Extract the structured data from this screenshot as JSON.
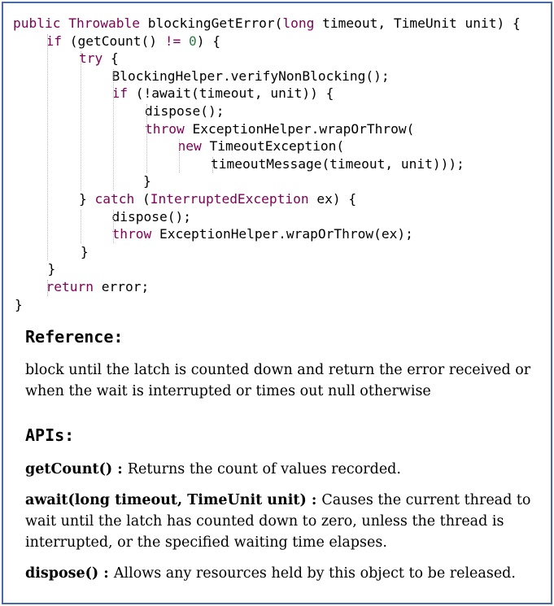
{
  "code_lines": [
    {
      "indent": 0,
      "tokens": [
        {
          "t": "public ",
          "c": "kw"
        },
        {
          "t": "Throwable",
          "c": "ty"
        },
        {
          "t": " blockingGetError(",
          "c": ""
        },
        {
          "t": "long",
          "c": "kw"
        },
        {
          "t": " timeout, TimeUnit unit) {",
          "c": ""
        }
      ]
    },
    {
      "indent": 1,
      "tokens": [
        {
          "t": "if",
          "c": "kw"
        },
        {
          "t": " (getCount() ",
          "c": ""
        },
        {
          "t": "!=",
          "c": "kw"
        },
        {
          "t": " ",
          "c": ""
        },
        {
          "t": "0",
          "c": "nm"
        },
        {
          "t": ") {",
          "c": ""
        }
      ]
    },
    {
      "indent": 2,
      "tokens": [
        {
          "t": "try",
          "c": "kw"
        },
        {
          "t": " {",
          "c": ""
        }
      ]
    },
    {
      "indent": 3,
      "tokens": [
        {
          "t": "BlockingHelper.verifyNonBlocking();",
          "c": ""
        }
      ]
    },
    {
      "indent": 3,
      "tokens": [
        {
          "t": "if",
          "c": "kw"
        },
        {
          "t": " (!await(timeout, unit)) {",
          "c": ""
        }
      ]
    },
    {
      "indent": 4,
      "tokens": [
        {
          "t": "dispose();",
          "c": ""
        }
      ]
    },
    {
      "indent": 4,
      "tokens": [
        {
          "t": "throw",
          "c": "kw"
        },
        {
          "t": " ExceptionHelper.wrapOrThrow(",
          "c": ""
        }
      ]
    },
    {
      "indent": 5,
      "tokens": [
        {
          "t": "new",
          "c": "kw"
        },
        {
          "t": " TimeoutException(",
          "c": ""
        }
      ]
    },
    {
      "indent": 6,
      "tokens": [
        {
          "t": "timeoutMessage(timeout, unit)));",
          "c": ""
        }
      ]
    },
    {
      "indent": 4,
      "tokens": [
        {
          "t": "}",
          "c": ""
        }
      ],
      "offset": -1
    },
    {
      "indent": 2,
      "tokens": [
        {
          "t": "} ",
          "c": ""
        },
        {
          "t": "catch",
          "c": "kw"
        },
        {
          "t": " (",
          "c": ""
        },
        {
          "t": "InterruptedException",
          "c": "ty"
        },
        {
          "t": " ex) {",
          "c": ""
        }
      ]
    },
    {
      "indent": 3,
      "tokens": [
        {
          "t": "dispose();",
          "c": ""
        }
      ]
    },
    {
      "indent": 3,
      "tokens": [
        {
          "t": "throw",
          "c": "kw"
        },
        {
          "t": " ExceptionHelper.wrapOrThrow(ex);",
          "c": ""
        }
      ]
    },
    {
      "indent": 2,
      "tokens": [
        {
          "t": "}",
          "c": ""
        }
      ],
      "offset": 1
    },
    {
      "indent": 1,
      "tokens": [
        {
          "t": "}",
          "c": ""
        }
      ],
      "offset": 1
    },
    {
      "indent": 1,
      "tokens": [
        {
          "t": "return",
          "c": "kw"
        },
        {
          "t": " error;",
          "c": ""
        }
      ]
    },
    {
      "indent": 0,
      "tokens": [
        {
          "t": "}",
          "c": ""
        }
      ],
      "offset": 1
    }
  ],
  "reference": {
    "heading": "Reference:",
    "text": "block until the latch is counted down and return the error received or when the wait is interrupted or times out null otherwise"
  },
  "apis": {
    "heading": "APIs:",
    "items": [
      {
        "name": "getCount()",
        "sep": " : ",
        "desc": "Returns the count of values recorded."
      },
      {
        "name": "await(long timeout, TimeUnit unit)",
        "sep": " : ",
        "desc": "Causes the current thread to wait until the latch has counted down to zero, unless the thread is interrupted, or the specified waiting time elapses."
      },
      {
        "name": "dispose()",
        "sep": " : ",
        "desc": "Allows any resources held by this object to be released."
      }
    ]
  },
  "colors": {
    "border": "#4a6aa5",
    "keyword": "#7f0055",
    "number": "#2a7f3f"
  }
}
